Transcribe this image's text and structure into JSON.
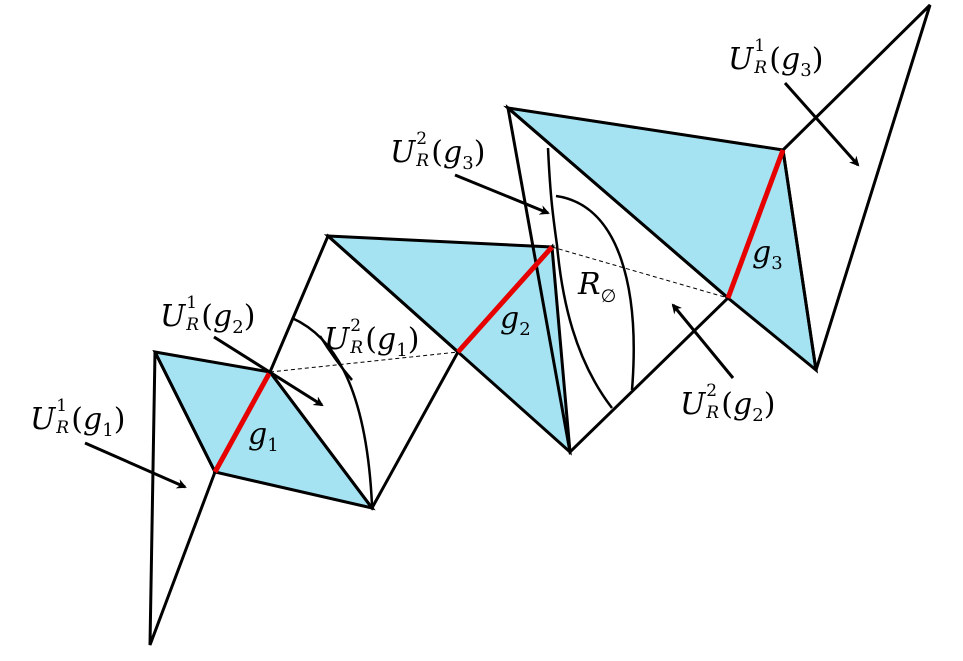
{
  "colors": {
    "fill": "#a6e3f2",
    "edge": "#000000",
    "highlight": "#e60000"
  },
  "labels": {
    "u1_g1": {
      "letter": "U",
      "sup": "1",
      "sub": "R",
      "arg": "g",
      "argsub": "1"
    },
    "u1_g2": {
      "letter": "U",
      "sup": "1",
      "sub": "R",
      "arg": "g",
      "argsub": "2"
    },
    "u2_g1": {
      "letter": "U",
      "sup": "2",
      "sub": "R",
      "arg": "g",
      "argsub": "1"
    },
    "u2_g3": {
      "letter": "U",
      "sup": "2",
      "sub": "R",
      "arg": "g",
      "argsub": "3"
    },
    "u1_g3": {
      "letter": "U",
      "sup": "1",
      "sub": "R",
      "arg": "g",
      "argsub": "3"
    },
    "u2_g2": {
      "letter": "U",
      "sup": "2",
      "sub": "R",
      "arg": "g",
      "argsub": "2"
    },
    "g1": {
      "letter": "g",
      "sub": "1"
    },
    "g2": {
      "letter": "g",
      "sub": "2"
    },
    "g3": {
      "letter": "g",
      "sub": "3"
    },
    "r_empty": {
      "letter": "R",
      "sub": "∅"
    }
  }
}
